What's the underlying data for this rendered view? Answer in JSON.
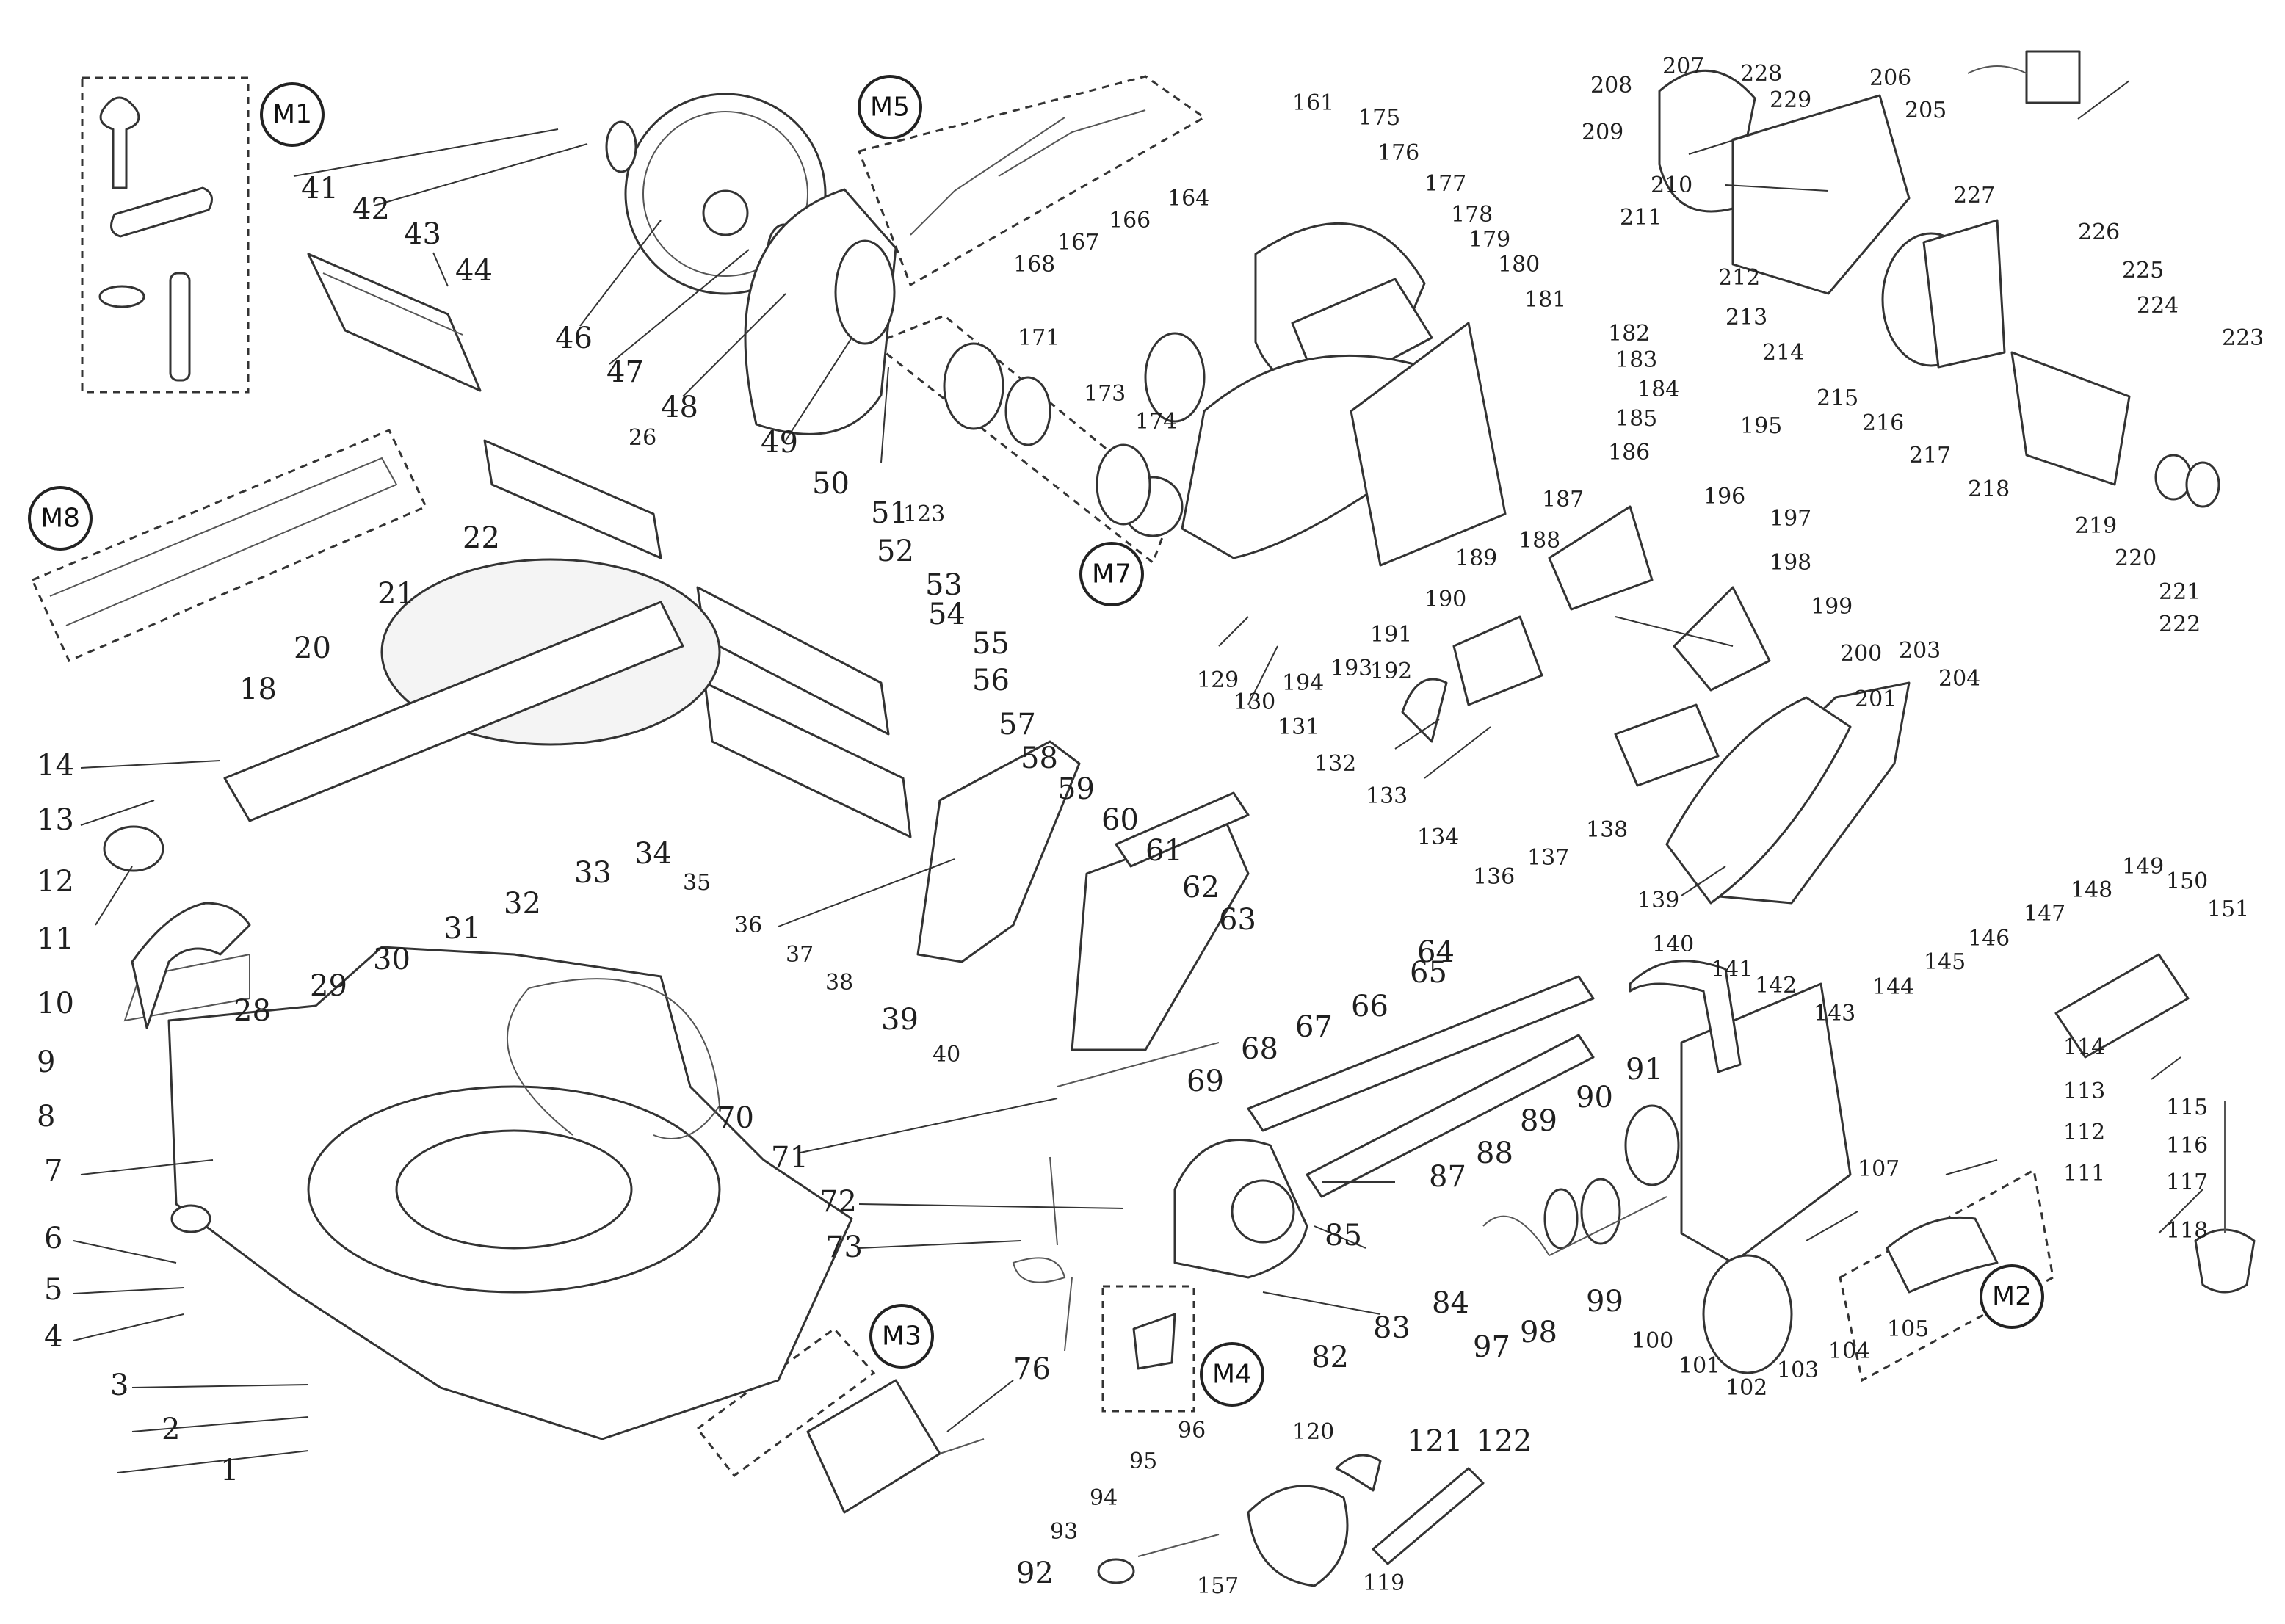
{
  "diagram": {
    "modules": [
      "M1",
      "M2",
      "M3",
      "M4",
      "M5",
      "M7",
      "M8"
    ],
    "part_numbers": [
      "1",
      "2",
      "3",
      "4",
      "5",
      "6",
      "7",
      "8",
      "9",
      "10",
      "11",
      "12",
      "13",
      "14",
      "18",
      "20",
      "21",
      "22",
      "26",
      "28",
      "29",
      "30",
      "31",
      "32",
      "33",
      "34",
      "35",
      "36",
      "37",
      "38",
      "39",
      "40",
      "41",
      "42",
      "43",
      "44",
      "46",
      "47",
      "48",
      "49",
      "50",
      "51",
      "52",
      "53",
      "54",
      "55",
      "56",
      "57",
      "58",
      "59",
      "60",
      "61",
      "62",
      "63",
      "64",
      "65",
      "66",
      "67",
      "68",
      "69",
      "70",
      "71",
      "72",
      "73",
      "76",
      "82",
      "83",
      "84",
      "85",
      "87",
      "88",
      "89",
      "90",
      "91",
      "92",
      "93",
      "94",
      "95",
      "96",
      "97",
      "98",
      "99",
      "100",
      "101",
      "102",
      "103",
      "104",
      "105",
      "107",
      "111",
      "112",
      "113",
      "114",
      "115",
      "116",
      "117",
      "118",
      "119",
      "120",
      "121",
      "122",
      "123",
      "129",
      "130",
      "131",
      "132",
      "133",
      "134",
      "136",
      "137",
      "138",
      "139",
      "140",
      "141",
      "142",
      "143",
      "144",
      "145",
      "146",
      "147",
      "148",
      "149",
      "150",
      "151",
      "157",
      "161",
      "164",
      "166",
      "167",
      "168",
      "171",
      "173",
      "174",
      "175",
      "176",
      "177",
      "178",
      "179",
      "180",
      "181",
      "182",
      "183",
      "184",
      "185",
      "186",
      "187",
      "188",
      "189",
      "190",
      "191",
      "192",
      "193",
      "194",
      "195",
      "196",
      "197",
      "198",
      "199",
      "200",
      "201",
      "203",
      "204",
      "205",
      "206",
      "207",
      "208",
      "209",
      "210",
      "211",
      "212",
      "213",
      "214",
      "215",
      "216",
      "217",
      "218",
      "219",
      "220",
      "221",
      "222",
      "223",
      "224",
      "225",
      "226",
      "227",
      "228",
      "229"
    ]
  }
}
